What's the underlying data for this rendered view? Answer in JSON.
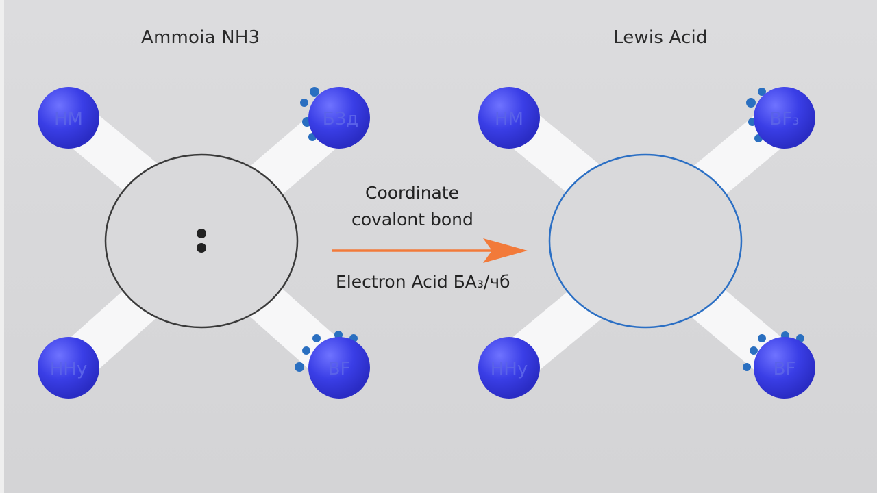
{
  "left_title": "Ammoia NH3",
  "right_title": "Lewis Acid",
  "bond_label_line1": "Coordinate",
  "bond_label_line2": "covalont bond",
  "electron_label": "Electron Acid БA₃∕чб",
  "left_atoms": {
    "top_left": "НМ",
    "top_right": "БЗд",
    "bottom_left": "ННу",
    "bottom_right": "BF"
  },
  "right_atoms": {
    "top_left": "НМ",
    "top_right": "BF₃",
    "bottom_left": "ННу",
    "bottom_right": "BF"
  },
  "colors": {
    "atom_fill": "#3a3ee6",
    "bond_stick": "#f7f7f8",
    "left_ring": "#3a3a3a",
    "right_ring": "#2b6fc4",
    "arrow": "#f27a3a",
    "dots": "#2a6fc0"
  }
}
